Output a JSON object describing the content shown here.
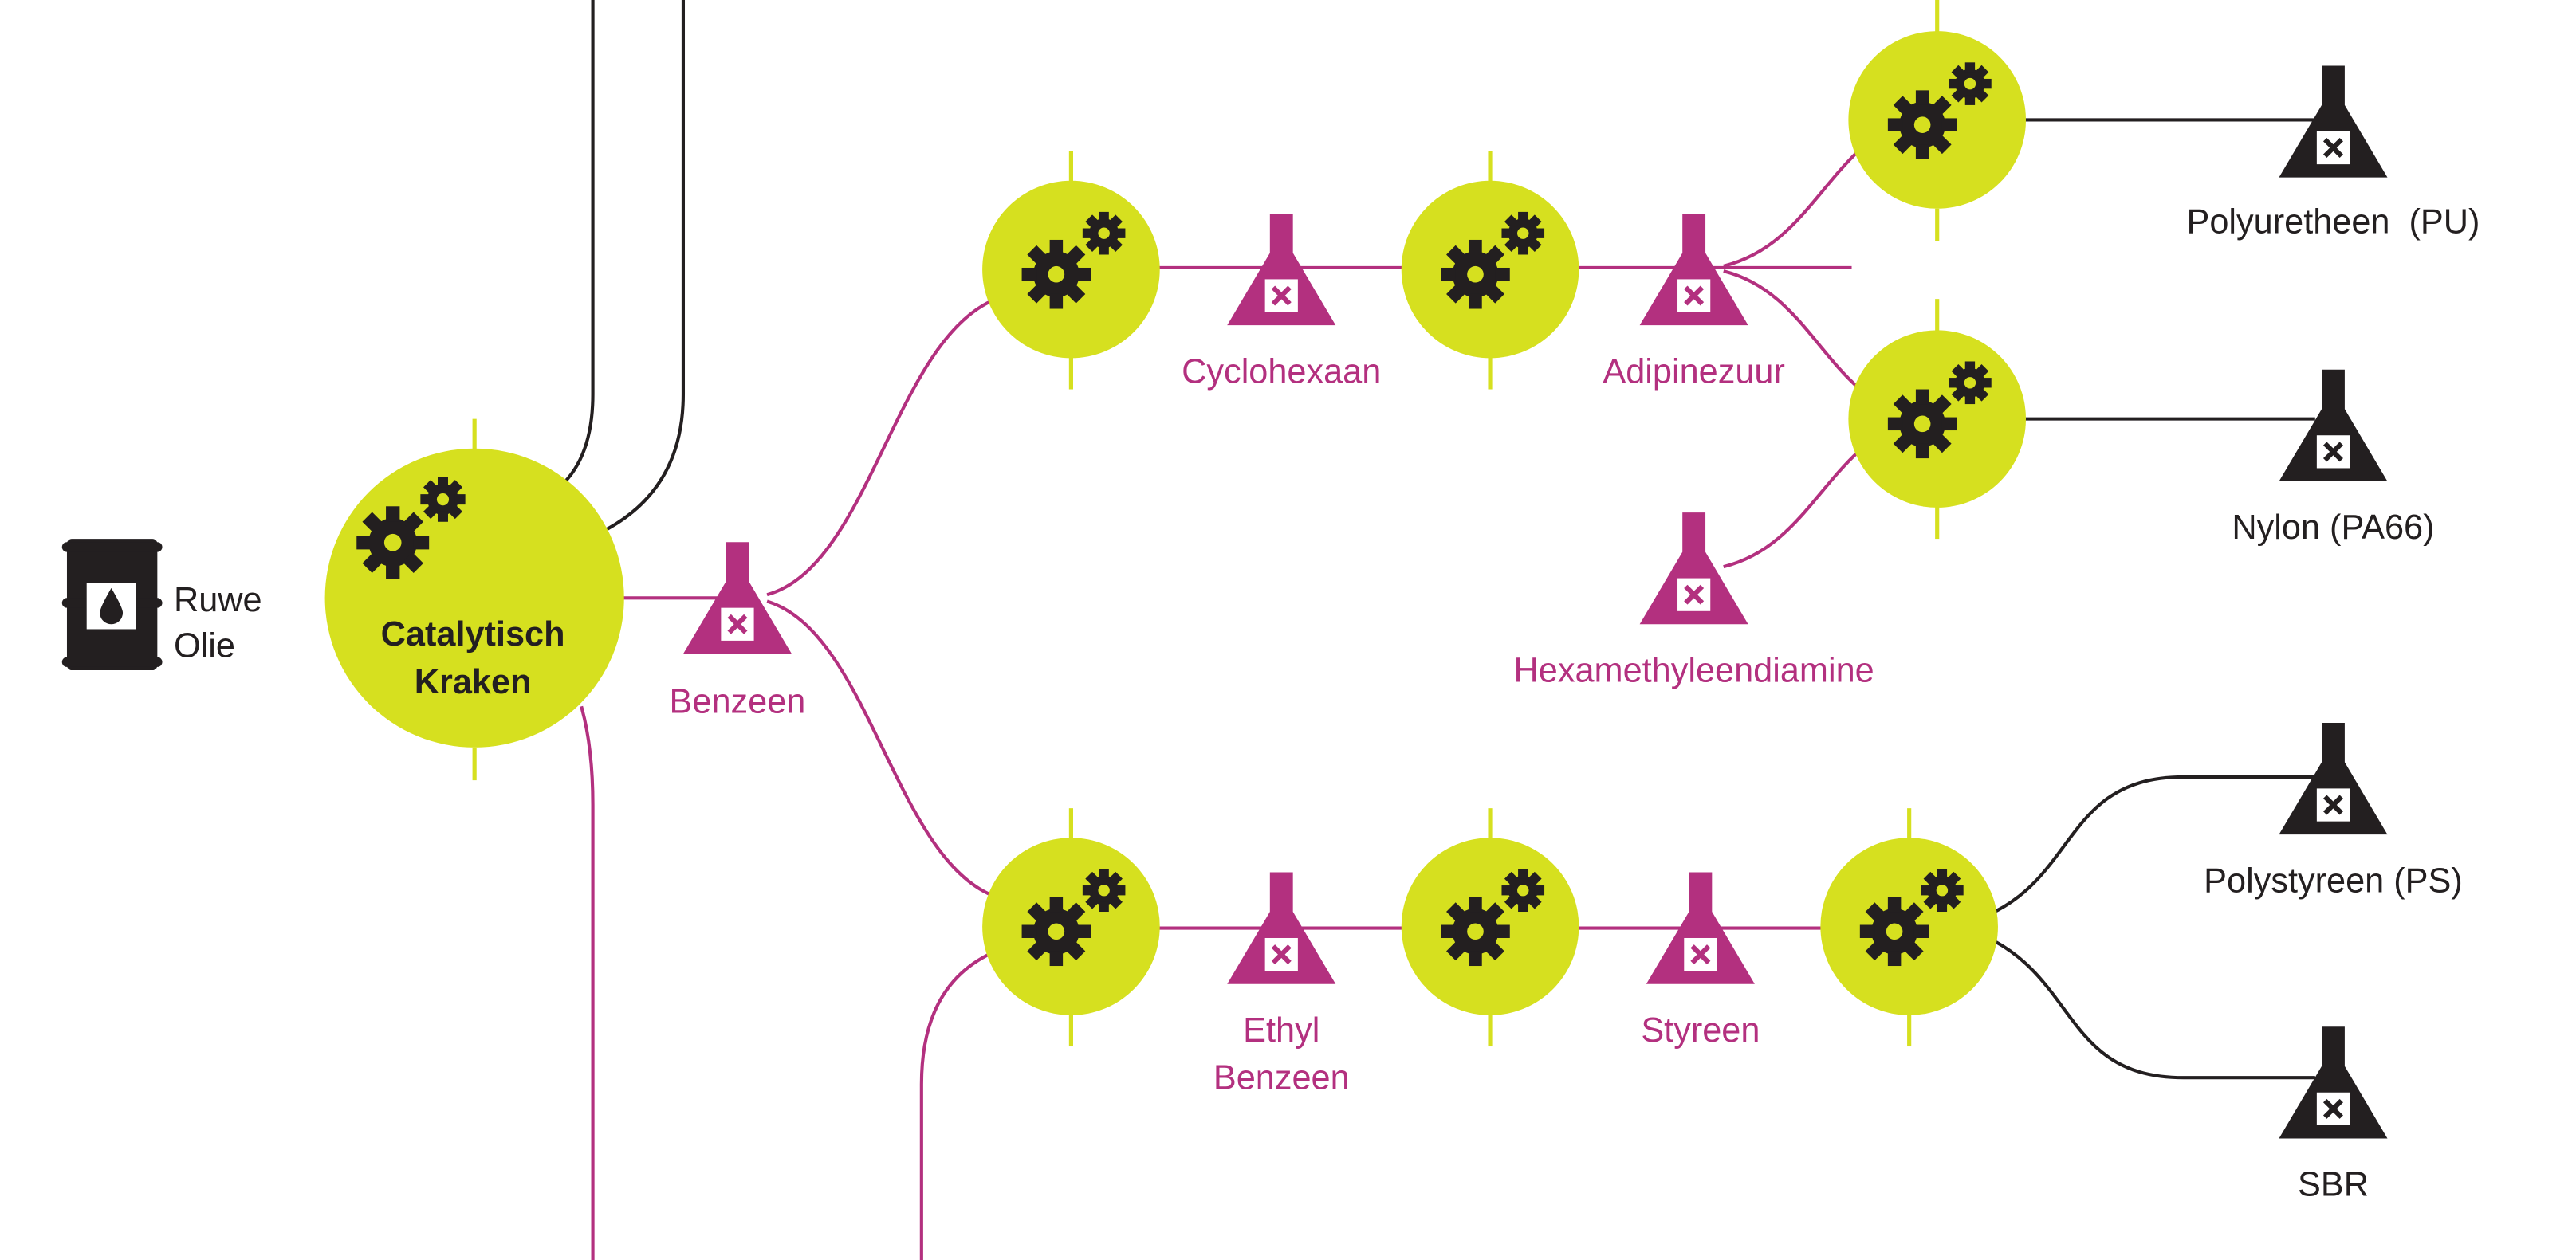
{
  "colors": {
    "process": "#d6e01f",
    "chemical": "#b3307f",
    "product": "#231f20",
    "line_dark": "#231f20",
    "line_chem": "#b3307f",
    "tick": "#d6e01f"
  },
  "icons": {
    "feedstock": "oil-barrel-icon",
    "process": "gears-icon",
    "chemical": "flask-icon",
    "product": "flask-icon"
  },
  "feedstock": {
    "line1": "Ruwe",
    "line2": "Olie"
  },
  "main_process": {
    "line1": "Catalytisch",
    "line2": "Kraken"
  },
  "chemicals": {
    "benzeen": "Benzeen",
    "cyclohexaan": "Cyclohexaan",
    "adipinezuur": "Adipinezuur",
    "hexamethyleendiamine": "Hexamethyleendiamine",
    "ethyl_line1": "Ethyl",
    "ethyl_line2": "Benzeen",
    "styreen": "Styreen"
  },
  "products": {
    "pu": "Polyuretheen  (PU)",
    "nylon": "Nylon (PA66)",
    "ps": "Polystyreen (PS)",
    "sbr": "SBR"
  }
}
